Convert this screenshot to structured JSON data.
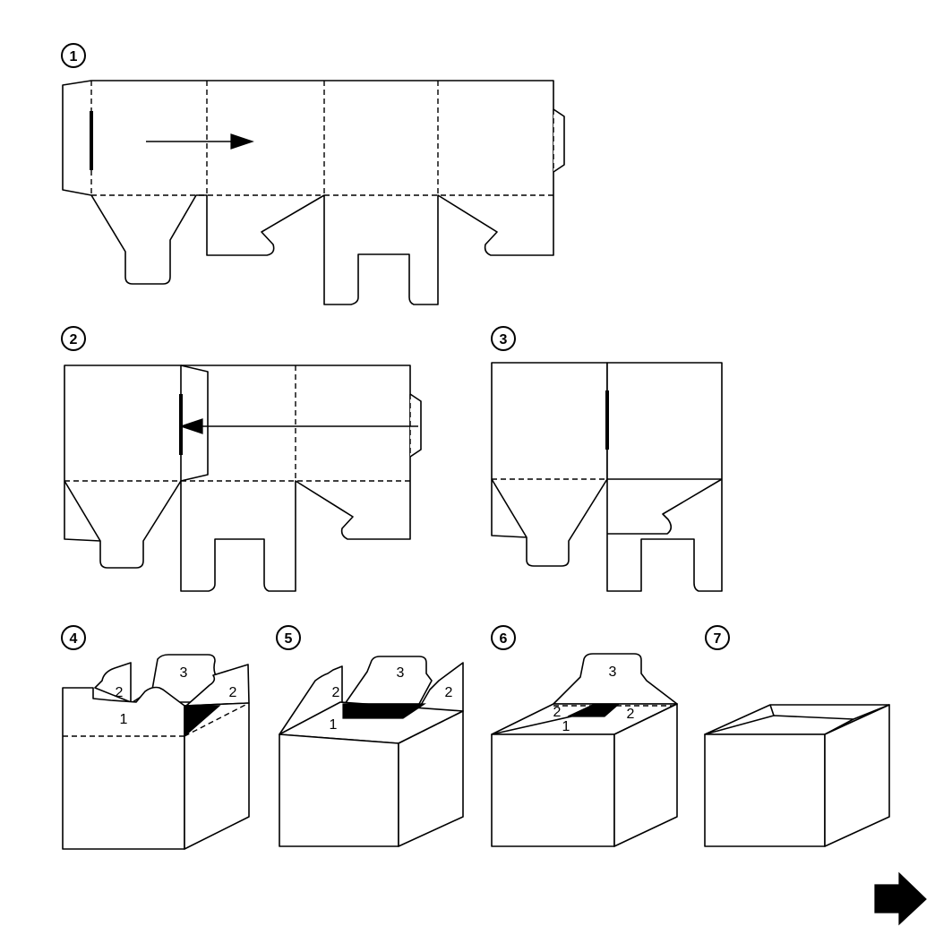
{
  "steps": [
    {
      "number": "1"
    },
    {
      "number": "2"
    },
    {
      "number": "3"
    },
    {
      "number": "4",
      "labels": {
        "a": "2",
        "b": "3",
        "c": "2",
        "d": "1"
      }
    },
    {
      "number": "5",
      "labels": {
        "a": "2",
        "b": "3",
        "c": "2",
        "d": "1"
      }
    },
    {
      "number": "6",
      "labels": {
        "a": "3",
        "b": "2",
        "c": "2",
        "d": "1"
      }
    },
    {
      "number": "7"
    }
  ],
  "colors": {
    "line": "#000000",
    "background": "#ffffff",
    "glue": "#000000"
  },
  "icons": {
    "next": "arrow-right-icon"
  }
}
